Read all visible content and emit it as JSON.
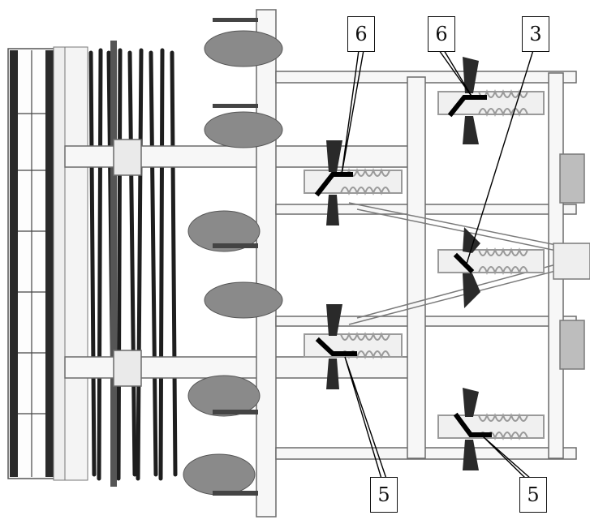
{
  "figure": {
    "type": "technical-drawing",
    "view": "top-view",
    "colors": {
      "frame_outline": "#6b6b6b",
      "frame_fill": "#f7f7f7",
      "roller_dark": "#1e1e1e",
      "disc_fill": "#8a8a8a",
      "tine_fill": "#2a2a2a",
      "spring": "#9a9a9a",
      "leader": "#000000"
    }
  },
  "callouts": [
    {
      "id": "c1",
      "label": "6"
    },
    {
      "id": "c2",
      "label": "6"
    },
    {
      "id": "c3",
      "label": "3"
    },
    {
      "id": "c4",
      "label": "5"
    },
    {
      "id": "c5",
      "label": "5"
    }
  ]
}
